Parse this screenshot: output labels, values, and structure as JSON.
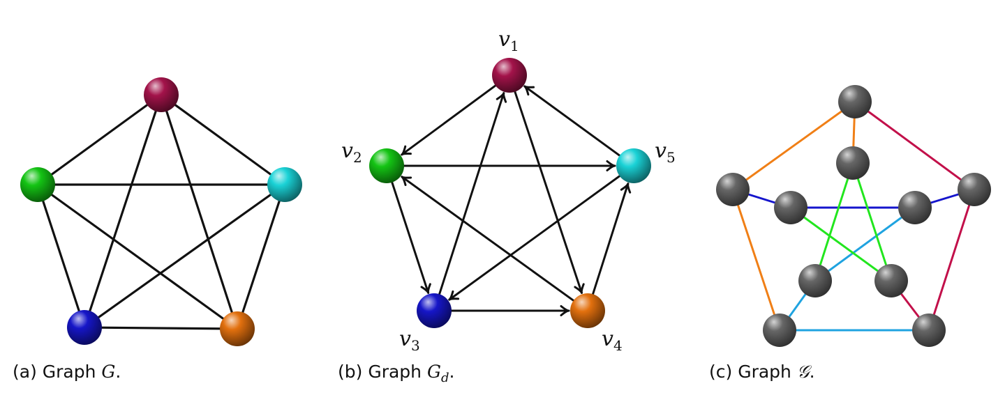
{
  "subfigures": [
    {
      "id": "a",
      "caption": {
        "prefix": "(a) Graph ",
        "math": "G",
        "sub": "",
        "suffix": "."
      },
      "edge_color": "#111111",
      "nodes": [
        {
          "color": "#a3134a"
        },
        {
          "color": "#14c414"
        },
        {
          "color": "#1ad2d6"
        },
        {
          "color": "#1616c8"
        },
        {
          "color": "#e2700e"
        }
      ],
      "edges": [
        [
          0,
          1
        ],
        [
          0,
          2
        ],
        [
          0,
          3
        ],
        [
          0,
          4
        ],
        [
          1,
          2
        ],
        [
          1,
          3
        ],
        [
          1,
          4
        ],
        [
          2,
          3
        ],
        [
          2,
          4
        ],
        [
          3,
          4
        ]
      ]
    },
    {
      "id": "b",
      "caption": {
        "prefix": "(b) Graph ",
        "math": "G",
        "sub": "d",
        "suffix": "."
      },
      "edge_color": "#111111",
      "nodes": [
        {
          "color": "#a3134a",
          "label": "v",
          "sub": "1"
        },
        {
          "color": "#14c414",
          "label": "v",
          "sub": "2"
        },
        {
          "color": "#1616c8",
          "label": "v",
          "sub": "3"
        },
        {
          "color": "#e2700e",
          "label": "v",
          "sub": "4"
        },
        {
          "color": "#1ad2d6",
          "label": "v",
          "sub": "5"
        }
      ],
      "arcs": [
        [
          0,
          1
        ],
        [
          0,
          3
        ],
        [
          1,
          2
        ],
        [
          1,
          4
        ],
        [
          2,
          0
        ],
        [
          2,
          3
        ],
        [
          3,
          1
        ],
        [
          3,
          4
        ],
        [
          4,
          0
        ],
        [
          4,
          2
        ]
      ]
    },
    {
      "id": "c",
      "caption": {
        "prefix": "(c) Graph ",
        "math": "𝒢",
        "sub": "",
        "suffix": "."
      },
      "node_color": "#666666",
      "nodes": [
        {
          "id": "o_top"
        },
        {
          "id": "o_left"
        },
        {
          "id": "o_right"
        },
        {
          "id": "o_bl"
        },
        {
          "id": "o_br"
        },
        {
          "id": "i_top"
        },
        {
          "id": "i_left"
        },
        {
          "id": "i_right"
        },
        {
          "id": "i_bl"
        },
        {
          "id": "i_br"
        }
      ],
      "edges": [
        {
          "from": 0,
          "to": 1,
          "color": "#f07f16"
        },
        {
          "from": 0,
          "to": 5,
          "color": "#f07f16"
        },
        {
          "from": 1,
          "to": 3,
          "color": "#f07f16"
        },
        {
          "from": 0,
          "to": 2,
          "color": "#c2104a"
        },
        {
          "from": 2,
          "to": 4,
          "color": "#c2104a"
        },
        {
          "from": 4,
          "to": 9,
          "color": "#c2104a"
        },
        {
          "from": 1,
          "to": 6,
          "color": "#1515cc"
        },
        {
          "from": 6,
          "to": 7,
          "color": "#1515cc"
        },
        {
          "from": 7,
          "to": 2,
          "color": "#1515cc"
        },
        {
          "from": 3,
          "to": 4,
          "color": "#1fa3e0"
        },
        {
          "from": 3,
          "to": 8,
          "color": "#1fa3e0"
        },
        {
          "from": 8,
          "to": 7,
          "color": "#1fa3e0"
        },
        {
          "from": 5,
          "to": 8,
          "color": "#22e61e"
        },
        {
          "from": 5,
          "to": 9,
          "color": "#22e61e"
        },
        {
          "from": 6,
          "to": 9,
          "color": "#22e61e"
        }
      ]
    }
  ]
}
